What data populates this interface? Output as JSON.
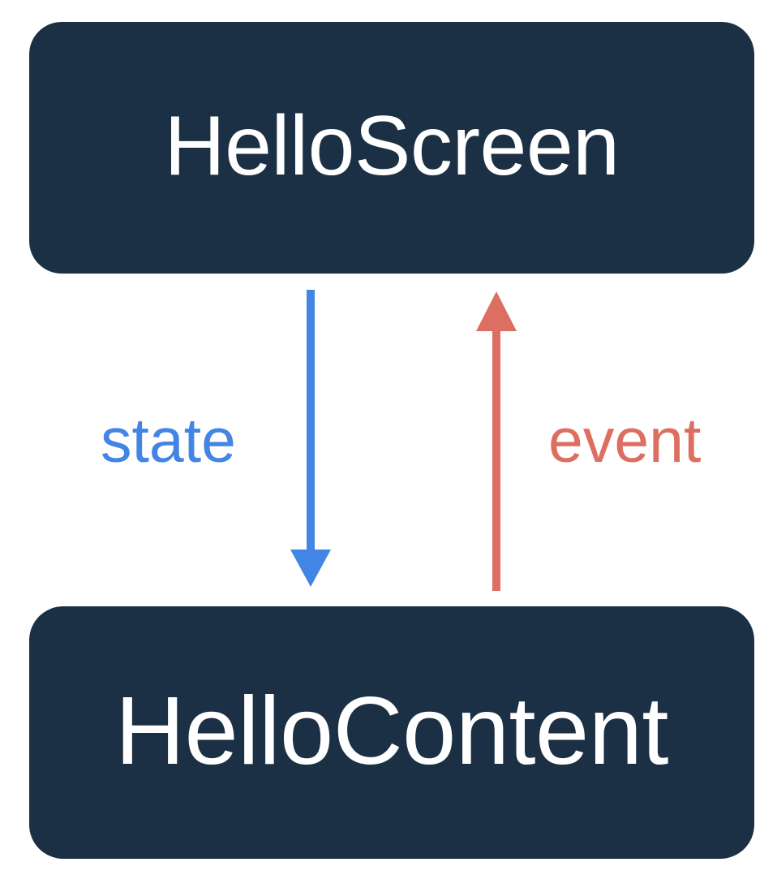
{
  "diagram": {
    "type": "flow-diagram",
    "title": "Unidirectional data flow between HelloScreen and HelloContent",
    "background_color": "#ffffff",
    "nodes": [
      {
        "id": "hello-screen",
        "label": "HelloScreen",
        "shape": "rounded-rectangle",
        "fill_color": "#1b3044",
        "text_color": "#ffffff"
      },
      {
        "id": "hello-content",
        "label": "HelloContent",
        "shape": "rounded-rectangle",
        "fill_color": "#1b3044",
        "text_color": "#ffffff"
      }
    ],
    "edges": [
      {
        "id": "state-edge",
        "label": "state",
        "from": "hello-screen",
        "to": "hello-content",
        "direction": "down",
        "color": "#4285e4"
      },
      {
        "id": "event-edge",
        "label": "event",
        "from": "hello-content",
        "to": "hello-screen",
        "direction": "up",
        "color": "#dd6e62"
      }
    ]
  }
}
